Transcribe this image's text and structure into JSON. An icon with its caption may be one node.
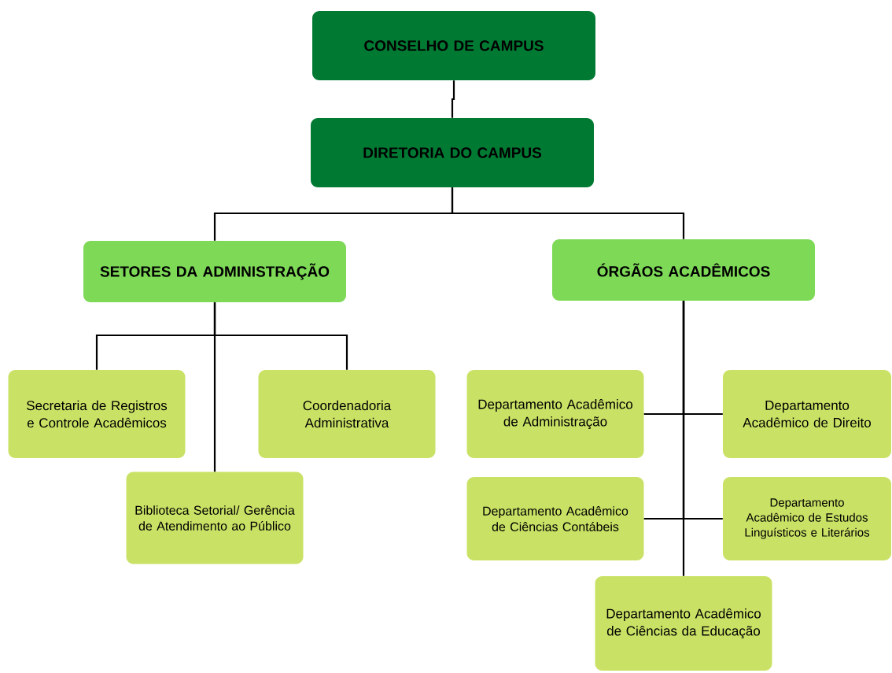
{
  "diagram": {
    "nodes": [
      {
        "text": [
          "CONSELHO DE CAMPUS"
        ]
      },
      {
        "text": [
          "DIRETORIA DO CAMPUS"
        ]
      },
      {
        "text": [
          "SETORES DA ADMINISTRAÇÃO"
        ]
      },
      {
        "text": [
          "ÓRGÃOS ACADÊMICOS"
        ]
      },
      {
        "text": [
          "Secretaria de Registros e Controle Acadêmicos"
        ]
      },
      {
        "text": [
          "Coordenadoria Administrativa"
        ]
      },
      {
        "text": [
          "Biblioteca Setorial/ Gerência de Atendimento ao Público"
        ]
      },
      {
        "text": [
          "Departamento Acadêmico de Administração"
        ]
      },
      {
        "text": [
          "Departamento Acadêmico de Direito"
        ]
      },
      {
        "text": [
          "Departamento Acadêmico de Ciências Contábeis"
        ]
      },
      {
        "text": [
          "Departamento Acadêmico de Estudos Linguísticos e Literários"
        ]
      },
      {
        "text": [
          "Departamento Acadêmico de Ciências da Educação"
        ]
      }
    ],
    "edges": [
      {
        "from": 0,
        "to": 1,
        "arrow": "none"
      },
      {
        "from": 1,
        "to": 2,
        "arrow": "none"
      },
      {
        "from": 1,
        "to": 3,
        "arrow": "none"
      },
      {
        "from": 2,
        "to": 4,
        "arrow": "none"
      },
      {
        "from": 2,
        "to": 5,
        "arrow": "none"
      },
      {
        "from": 2,
        "to": 6,
        "arrow": "none"
      },
      {
        "from": 3,
        "to": 7,
        "arrow": "none"
      },
      {
        "from": 3,
        "to": 8,
        "arrow": "none"
      },
      {
        "from": 3,
        "to": 9,
        "arrow": "none"
      },
      {
        "from": 3,
        "to": 10,
        "arrow": "none"
      },
      {
        "from": 3,
        "to": 11,
        "arrow": "none"
      }
    ]
  }
}
